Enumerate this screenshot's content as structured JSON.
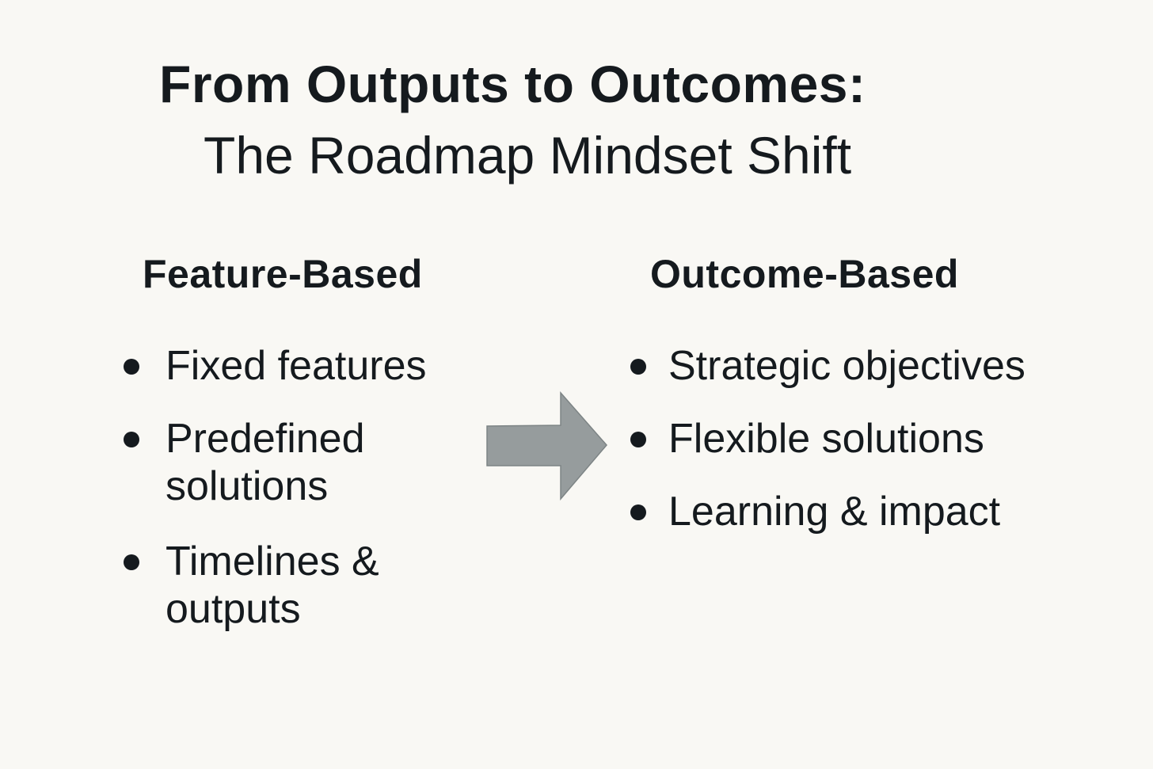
{
  "title": {
    "line1": "From Outputs to Outcomes:",
    "line2": "The Roadmap Mindset Shift"
  },
  "left_column": {
    "heading": "Feature-Based",
    "items": [
      {
        "line1": "Fixed features",
        "line2": ""
      },
      {
        "line1": "Predefined",
        "line2": "solutions"
      },
      {
        "line1": "Timelines &",
        "line2": "outputs"
      }
    ]
  },
  "right_column": {
    "heading": "Outcome-Based",
    "items": [
      {
        "line1": "Strategic objectives"
      },
      {
        "line1": "Flexible solutions"
      },
      {
        "line1": "Learning & impact"
      }
    ]
  },
  "arrow": {
    "icon": "right-arrow-icon",
    "color": "#969c9d",
    "stroke": "#7d8485"
  },
  "colors": {
    "background": "#f9f8f4",
    "text": "#151a1e"
  }
}
